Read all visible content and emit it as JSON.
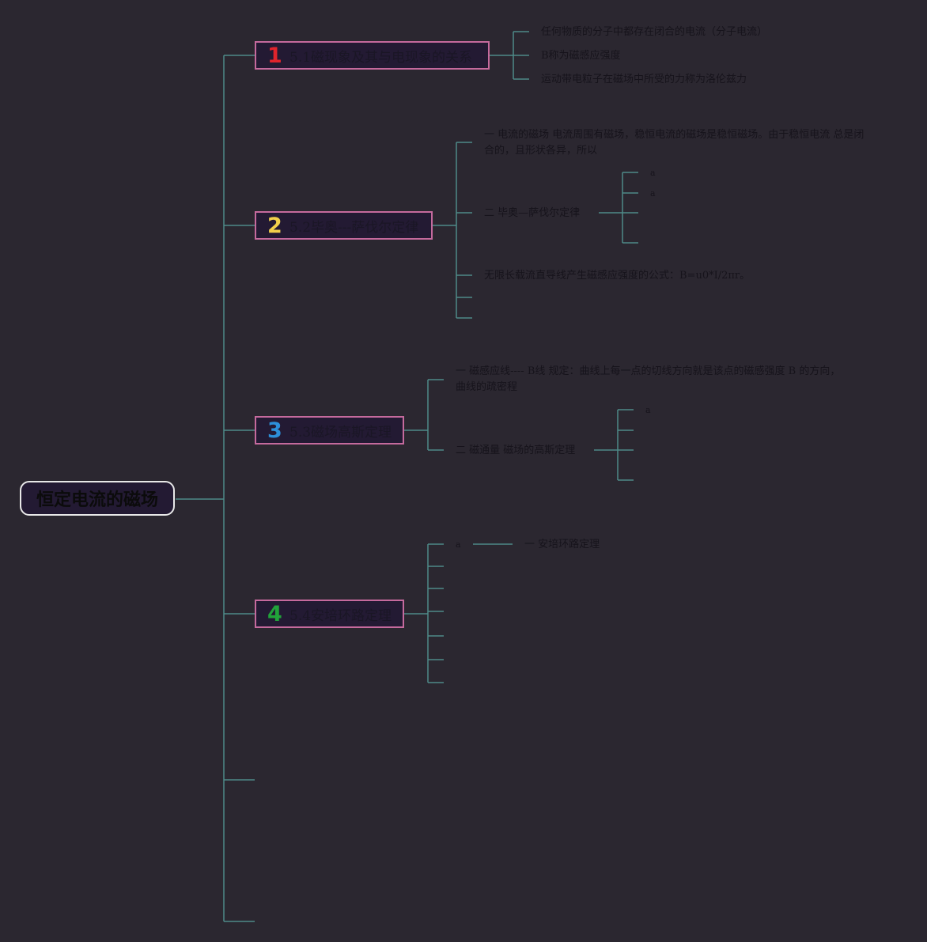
{
  "root": {
    "title": "恒定电流的磁场"
  },
  "colors": {
    "background": "#2b2730",
    "connector": "#4e8a88",
    "topic_border": "#c56a9d",
    "topic_fill": "#231a33",
    "root_border": "#e8e8e8"
  },
  "topics": [
    {
      "num": "1",
      "num_color": "#e0242c",
      "label": "5.1磁现象及其与电现象的关系",
      "children": [
        "任何物质的分子中都存在闭合的电流（分子电流）",
        "B称为磁感应强度",
        "运动带电粒子在磁场中所受的力称为洛伦兹力"
      ]
    },
    {
      "num": "2",
      "num_color": "#f2d04a",
      "label": "5.2毕奥---萨伐尔定律",
      "children": [
        "一 电流的磁场 电流周围有磁场，稳恒电流的磁场是稳恒磁场。由于稳恒电流 总是闭合的，且形状各异，所以",
        "二 毕奥—萨伐尔定律",
        "无限长载流直导线产生磁感应强度的公式：B=u0*I/2πr。"
      ],
      "subchildren": [
        "a",
        "a"
      ]
    },
    {
      "num": "3",
      "num_color": "#2d8fd8",
      "label": "5.3磁场高斯定理",
      "children": [
        "一 磁感应线---- B线 规定：曲线上每一点的切线方向就是该点的磁感强度 B 的方向，曲线的疏密程",
        "二 磁通量 磁场的高斯定理"
      ],
      "subchildren": [
        "a"
      ]
    },
    {
      "num": "4",
      "num_color": "#21a33a",
      "label": "5.4安培环路定理",
      "children": [
        "a"
      ],
      "subchildren": [
        "一 安培环路定理"
      ]
    }
  ]
}
